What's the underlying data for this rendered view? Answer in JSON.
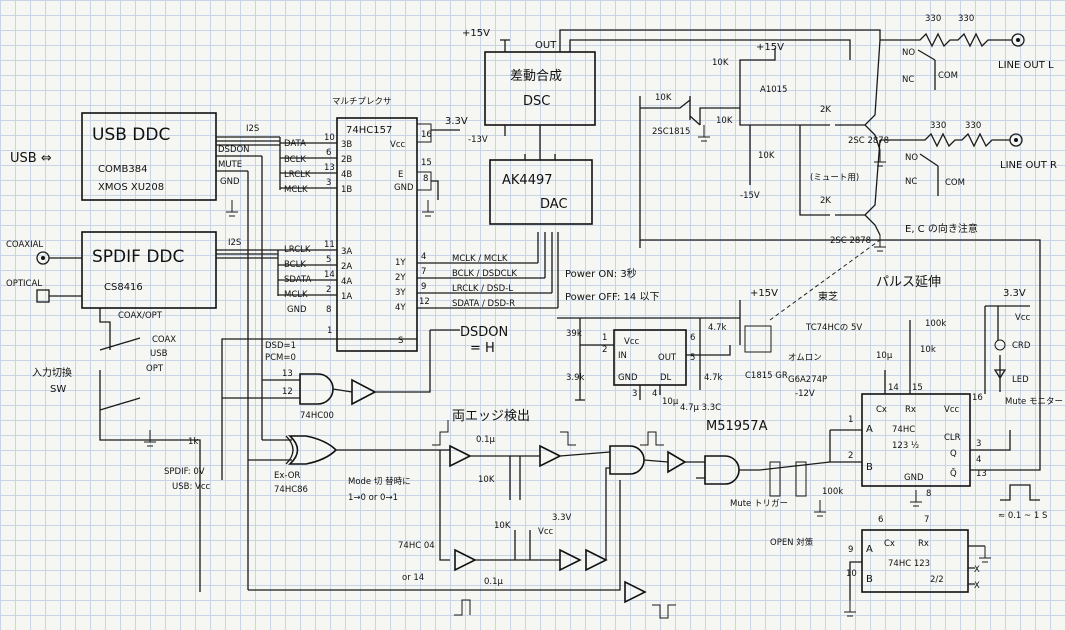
{
  "blocks": {
    "usb_ddc": {
      "title": "USB DDC",
      "line1": "COMB384",
      "line2": "XMOS XU208"
    },
    "spdif_ddc": {
      "title": "SPDIF DDC",
      "line1": "CS8416"
    },
    "dsc": {
      "line1": "差動合成",
      "line2": "DSC"
    },
    "dac": {
      "line1": "AK4497",
      "line2": "DAC"
    },
    "mux": {
      "title": "マルチプレクサ",
      "part": "74HC157"
    }
  },
  "inputs": {
    "usb": "USB ⇔",
    "coaxial": "COAXIAL",
    "optical": "OPTICAL"
  },
  "signals": {
    "i2s_top": "I2S",
    "i2s_mid": "I2S",
    "dsdon": "DSDON",
    "mute": "MUTE",
    "gnd": "GND",
    "data": "DATA",
    "bclk": "BCLK",
    "lrclk": "LRCLK",
    "mclk": "MCLK",
    "lrclk2": "LRCLK",
    "bclk2": "BCLK",
    "sdata": "SDATA",
    "mclk2": "MCLK",
    "gnd2": "GND",
    "coax_opt": "COAX/OPT",
    "dsd_note1": "DSD=1",
    "dsd_note2": "PCM=0"
  },
  "mux_pins": {
    "p10": "10",
    "p6": "6",
    "p13": "13",
    "p3": "3",
    "p11": "11",
    "p5": "5",
    "p14": "14",
    "p2": "2",
    "p8": "8",
    "p1": "1",
    "p16": "16",
    "p15": "15",
    "p4": "4",
    "p7": "7",
    "p9": "9",
    "p12": "12",
    "in3b": "3B",
    "in2b": "2B",
    "in4b": "4B",
    "in1b": "1B",
    "in3a": "3A",
    "in2a": "2A",
    "in4a": "4A",
    "in1a": "1A",
    "vcc": "Vcc",
    "e": "E",
    "gnd": "GND",
    "out1y": "1Y",
    "out2y": "2Y",
    "out3y": "3Y",
    "out4y": "4Y",
    "s": "S"
  },
  "mux_outputs": {
    "o1": "MCLK / MCLK",
    "o2": "BCLK / DSDCLK",
    "o3": "LRCLK / DSD-L",
    "o4": "SDATA / DSD-R",
    "dsdon": "DSDON",
    "eqh": "= H"
  },
  "rails": {
    "p15v": "+15V",
    "m13v": "-13V",
    "p15v_b": "+15V",
    "m15v": "-15V",
    "p33v": "3.3V",
    "p15v_c": "+15V",
    "p33v_b": "3.3V",
    "p33v_c": "3,3V",
    "vcc": "Vcc"
  },
  "output_stage": {
    "out": "OUT",
    "r330_1": "330",
    "r330_2": "330",
    "r330_3": "330",
    "r330_4": "330",
    "no_l": "NO",
    "nc_l": "NC",
    "com_l": "COM",
    "no_r": "NO",
    "nc_r": "NC",
    "com_r": "COM",
    "line_out_l": "LINE OUT L",
    "line_out_r": "LINE OUT R",
    "r10k_a": "10K",
    "r10k_b": "10K",
    "r10k_c": "10K",
    "r10k_d": "10K",
    "r2k_a": "2K",
    "r2k_b": "2K",
    "a1015": "A1015",
    "c1815": "2SC1815",
    "t2878a": "2SC 2878",
    "t2878b": "2SC 2878",
    "mute_use": "(ミュート用)",
    "ec_note": "E, C の向き注意"
  },
  "power_timer": {
    "on": "Power ON: 3秒",
    "off": "Power OFF: 14 以下",
    "r39k": "39k",
    "r39k2": "3.9k",
    "r4k7a": "4.7k",
    "r4k7b": "4.7k",
    "vcc": "Vcc",
    "in": "IN",
    "out": "OUT",
    "gnd": "GND",
    "dl": "DL",
    "p1": "1",
    "p2": "2",
    "p3": "3",
    "p4": "4",
    "p5": "5",
    "p6": "6",
    "cap": "10μ",
    "cap_note": "4.7μ 3.3C",
    "ic": "M51957A",
    "c1815": "C1815 GR",
    "relay1": "オムロン",
    "relay2": "G6A274P",
    "relay3": "-12V",
    "toshiba": "東芝",
    "tc74": "TC74HCの 5V"
  },
  "pulse": {
    "title": "パルス延伸",
    "r100k": "100k",
    "r10k": "10k",
    "c10u": "10μ",
    "crd": "CRD",
    "led": "LED",
    "mute_monitor": "Mute モニター",
    "cx": "Cx",
    "rx": "Rx",
    "a": "A",
    "b": "B",
    "part": "74HC",
    "part2": "123 ½",
    "vcc": "Vcc",
    "clr": "CLR",
    "q": "Q",
    "qb": "Q̄",
    "gnd": "GND",
    "p14": "14",
    "p15": "15",
    "p16": "16",
    "p1": "1",
    "p2": "2",
    "p3": "3",
    "p4": "4",
    "p8": "8",
    "p13": "13",
    "time": "≈ 0.1 ~ 1 S"
  },
  "logic": {
    "p13": "13",
    "p12": "12",
    "g00": "74HC00",
    "exor": "Ex-OR",
    "g86": "74HC86",
    "mode_note1": "Mode 切 替時に",
    "mode_note2": "1→0 or 0→1",
    "edge_title": "両エッジ検出",
    "c01a": "0.1μ",
    "c01b": "0.1μ",
    "r10k_a": "10K",
    "r10k_b": "10K",
    "vcc": "Vcc",
    "v33": "3.3V",
    "hc04": "74HC 04",
    "or14": "or 14",
    "mute_trigger": "Mute トリガー",
    "open_note": "OPEN 対策",
    "r100k": "100k",
    "r1k": "1k",
    "spdif_0v": "SPDIF: 0V",
    "usb_vcc": "USB: Vcc"
  },
  "selector": {
    "coax": "COAX",
    "usb": "USB",
    "opt": "OPT",
    "label1": "入力切換",
    "label2": "SW"
  },
  "second_123": {
    "p6": "6",
    "p7": "7",
    "p9": "9",
    "p10": "10",
    "a": "A",
    "b": "B",
    "cx": "Cx",
    "rx": "Rx",
    "part": "74HC 123",
    "half": "2/2",
    "x1": "X",
    "x2": "X"
  }
}
